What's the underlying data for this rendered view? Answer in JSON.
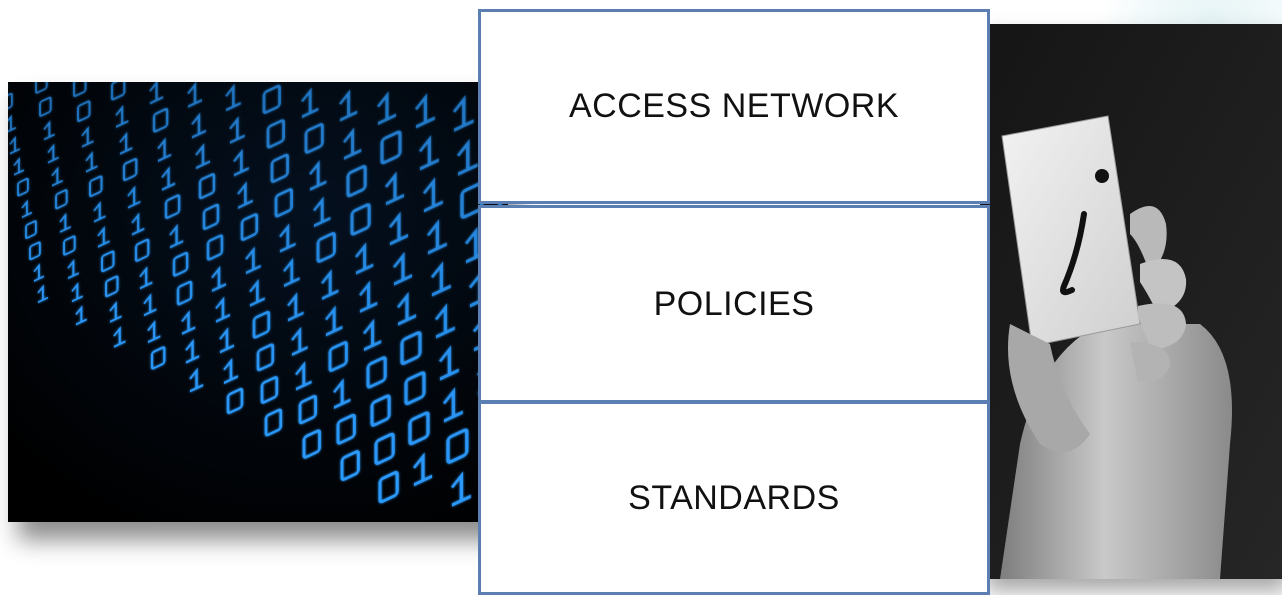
{
  "boxes": {
    "access_network": "ACCESS NETWORK",
    "policies": "POLICIES",
    "standards": "STANDARDS"
  },
  "images": {
    "left": "binary-code-image",
    "right": "information-card-hand-image"
  },
  "colors": {
    "box_border": "#5b7fb3",
    "binary_glow": "#2a9bff",
    "background": "#ffffff"
  }
}
